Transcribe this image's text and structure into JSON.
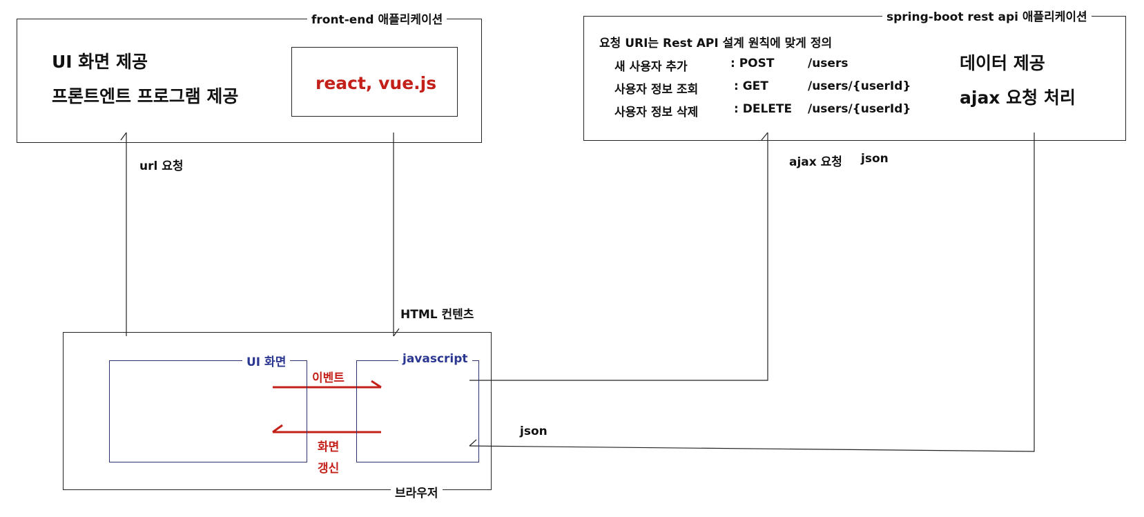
{
  "frontend": {
    "title": "front-end 애플리케이션",
    "line1": "UI 화면 제공",
    "line2": "프론트엔트 프로그램 제공",
    "framework": "react, vue.js"
  },
  "backend": {
    "title": "spring-boot rest api 애플리케이션",
    "heading": "요청 URI는 Rest API 설계 원칙에 맞게 정의",
    "endpoints": [
      {
        "name": "새 사용자 추가",
        "method": ": POST",
        "path": "/users"
      },
      {
        "name": "사용자 정보 조회",
        "method": ": GET",
        "path": "/users/{userId}"
      },
      {
        "name": "사용자 정보 삭제",
        "method": ": DELETE",
        "path": "/users/{userId}"
      }
    ],
    "line1": "데이터 제공",
    "line2": "ajax 요청 처리"
  },
  "browser": {
    "title": "브라우저",
    "ui_box": "UI 화면",
    "js_box": "javascript",
    "event": "이벤트",
    "refresh1": "화면",
    "refresh2": "갱신"
  },
  "labels": {
    "url_request": "url 요청",
    "html_content": "HTML 컨텐츠",
    "ajax_request": "ajax 요청",
    "json_top": "json",
    "json_bottom": "json"
  },
  "colors": {
    "red": "#c4201a",
    "blue": "#2a3690",
    "line": "#222222"
  }
}
